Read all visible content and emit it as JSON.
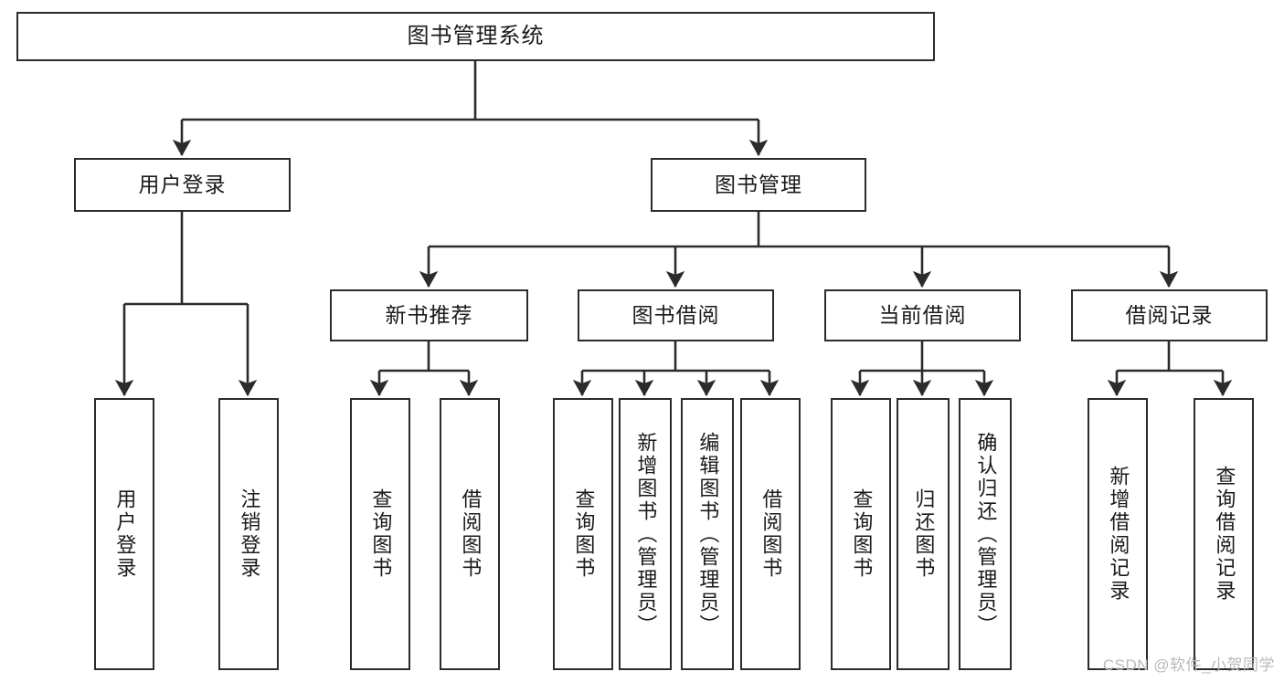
{
  "diagram": {
    "title": "图书管理系统",
    "type": "tree-hierarchy",
    "watermark": "CSDN @软件_小贺同学",
    "colors": {
      "node_border": "#2b2b2b",
      "node_fill": "#ffffff",
      "edge": "#2b2b2b",
      "text": "#1a1a1a",
      "watermark": "#b9b9b9",
      "background": "#ffffff"
    },
    "nodes": {
      "root": {
        "label": "图书管理系统",
        "level": 1,
        "orientation": "horizontal"
      },
      "l2": [
        {
          "id": "user-login",
          "label": "用户登录",
          "level": 2,
          "orientation": "horizontal"
        },
        {
          "id": "book-manage",
          "label": "图书管理",
          "level": 2,
          "orientation": "horizontal"
        }
      ],
      "l3": [
        {
          "id": "new-book-recommend",
          "label": "新书推荐",
          "level": 3,
          "orientation": "horizontal"
        },
        {
          "id": "book-borrow",
          "label": "图书借阅",
          "level": 3,
          "orientation": "horizontal"
        },
        {
          "id": "current-borrow",
          "label": "当前借阅",
          "level": 3,
          "orientation": "horizontal"
        },
        {
          "id": "borrow-record",
          "label": "借阅记录",
          "level": 3,
          "orientation": "horizontal"
        }
      ],
      "leaves": [
        {
          "id": "leaf-user-login",
          "label": "用户登录",
          "parent": "user-login",
          "orientation": "vertical"
        },
        {
          "id": "leaf-user-logout",
          "label": "注销登录",
          "parent": "user-login",
          "orientation": "vertical"
        },
        {
          "id": "leaf-query-book-1",
          "label": "查询图书",
          "parent": "new-book-recommend",
          "orientation": "vertical"
        },
        {
          "id": "leaf-borrow-book-1",
          "label": "借阅图书",
          "parent": "new-book-recommend",
          "orientation": "vertical"
        },
        {
          "id": "leaf-query-book-2",
          "label": "查询图书",
          "parent": "book-borrow",
          "orientation": "vertical"
        },
        {
          "id": "leaf-add-book",
          "label": "新增图书（管理员）",
          "parent": "book-borrow",
          "orientation": "vertical"
        },
        {
          "id": "leaf-edit-book",
          "label": "编辑图书（管理员）",
          "parent": "book-borrow",
          "orientation": "vertical"
        },
        {
          "id": "leaf-borrow-book-2",
          "label": "借阅图书",
          "parent": "book-borrow",
          "orientation": "vertical"
        },
        {
          "id": "leaf-query-book-3",
          "label": "查询图书",
          "parent": "current-borrow",
          "orientation": "vertical"
        },
        {
          "id": "leaf-return-book",
          "label": "归还图书",
          "parent": "current-borrow",
          "orientation": "vertical"
        },
        {
          "id": "leaf-confirm-return",
          "label": "确认归还（管理员）",
          "parent": "current-borrow",
          "orientation": "vertical"
        },
        {
          "id": "leaf-add-record",
          "label": "新增借阅记录",
          "parent": "borrow-record",
          "orientation": "vertical"
        },
        {
          "id": "leaf-query-record",
          "label": "查询借阅记录",
          "parent": "borrow-record",
          "orientation": "vertical"
        }
      ]
    }
  }
}
